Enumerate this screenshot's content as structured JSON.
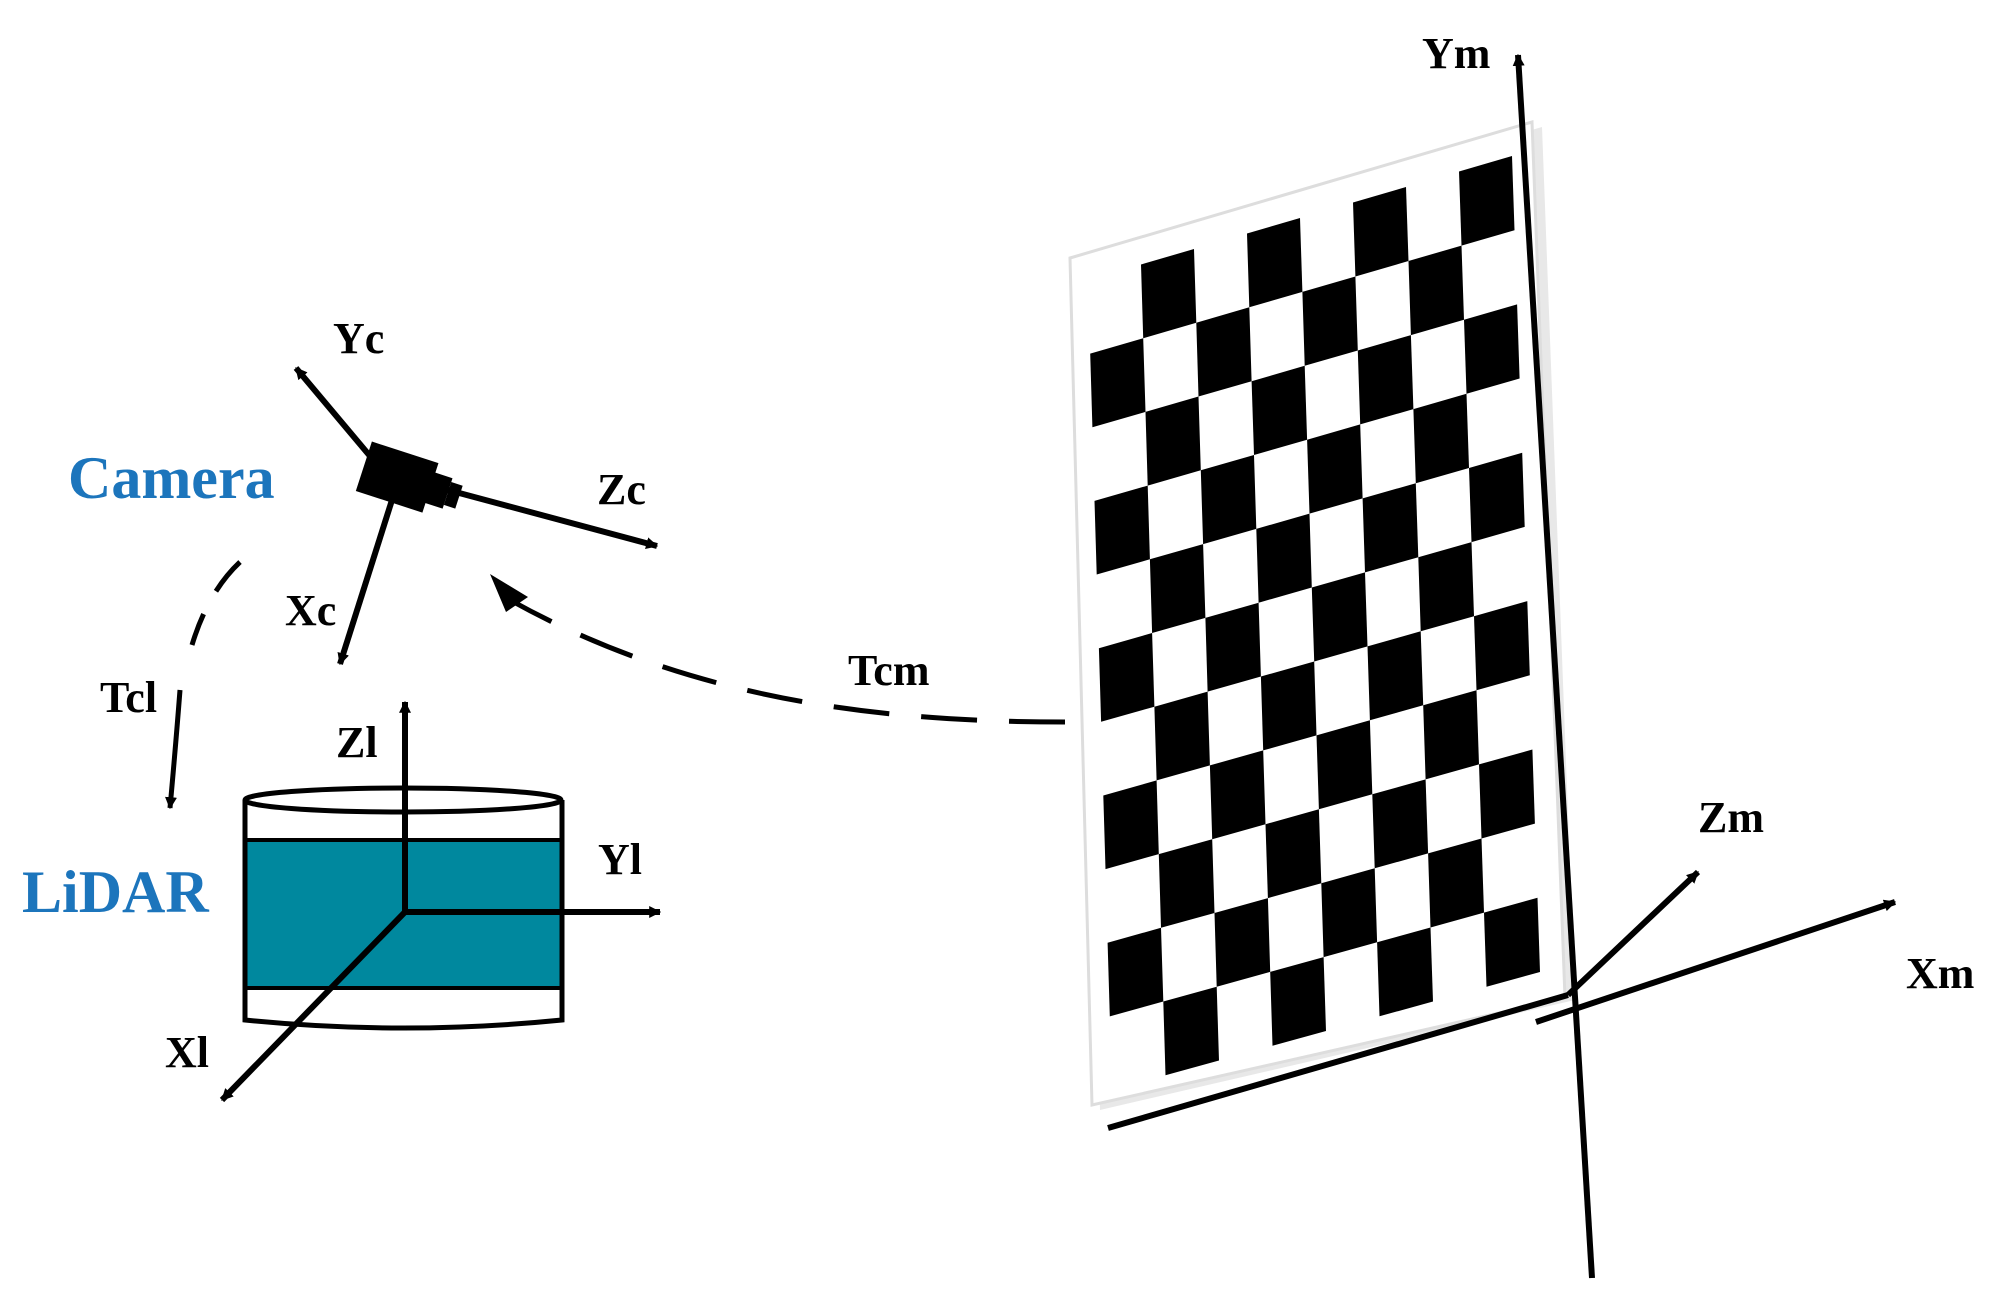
{
  "colors": {
    "device_label": "#1C75BC",
    "lidar_band": "#00889E",
    "ink": "#000000",
    "board_edge": "#DDDDDD"
  },
  "labels": {
    "camera": "Camera",
    "lidar": "LiDAR",
    "camera_axes": {
      "x": "Xc",
      "y": "Yc",
      "z": "Zc"
    },
    "lidar_axes": {
      "x": "Xl",
      "y": "Yl",
      "z": "Zl"
    },
    "board_axes": {
      "x": "Xm",
      "y": "Ym",
      "z": "Zm"
    },
    "transform_camera_lidar": "Tcl",
    "transform_camera_board": "Tcm"
  },
  "checkerboard": {
    "rows": 11,
    "cols": 8
  },
  "icons": {
    "camera": "camera-icon",
    "lidar": "lidar-icon",
    "board": "checkerboard-icon"
  }
}
